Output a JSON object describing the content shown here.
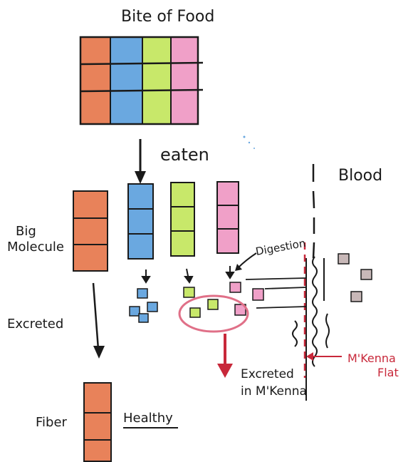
{
  "labels": {
    "title": "Bite of Food",
    "eaten": "eaten",
    "blood": "Blood",
    "big_molecule_line1": "Big",
    "big_molecule_line2": "Molecule",
    "digestion": "Digestion",
    "excreted": "Excreted",
    "excreted_in_line1": "Excreted",
    "excreted_in_line2": "in M'Kenna",
    "mkenna_flat_line1": "M'Kenna",
    "mkenna_flat_line2": "Flat",
    "fiber": "Fiber",
    "healthy": "Healthy"
  },
  "colors": {
    "orange": "#e8825a",
    "blue": "#6aa8e0",
    "green": "#c8e86a",
    "pink": "#f0a0c8",
    "gray": "#c8b8b8",
    "ink": "#1a1a1a",
    "red": "#c8283a",
    "circle": "#e07088"
  }
}
